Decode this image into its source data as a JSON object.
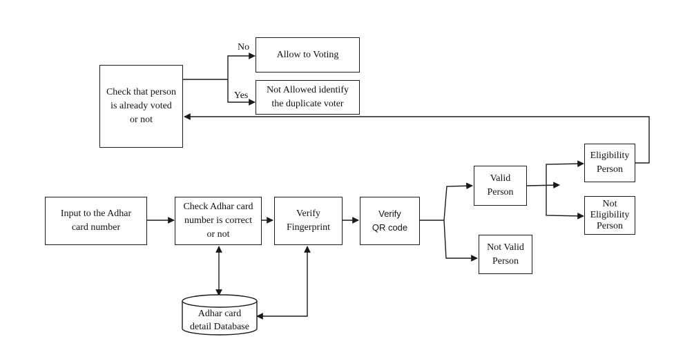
{
  "nodes": {
    "check_voted": "Check that person\nis already voted\nor not",
    "allow_voting": "Allow to Voting",
    "not_allowed": "Not Allowed identify\nthe duplicate voter",
    "input_adhar": "Input to the Adhar\ncard number",
    "check_adhar": "Check Adhar card\nnumber is correct\nor not",
    "verify_fingerprint": "Verify\nFingerprint",
    "verify_qr": "Verify\nQR code",
    "valid_person": "Valid\nPerson",
    "not_valid_person": "Not Valid\nPerson",
    "eligibility_person": "Eligibility\nPerson",
    "not_eligibility_person": "Not\nEligibility\nPerson",
    "database": "Adhar card\ndetail Database"
  },
  "edge_labels": {
    "no": "No",
    "yes": "Yes"
  }
}
